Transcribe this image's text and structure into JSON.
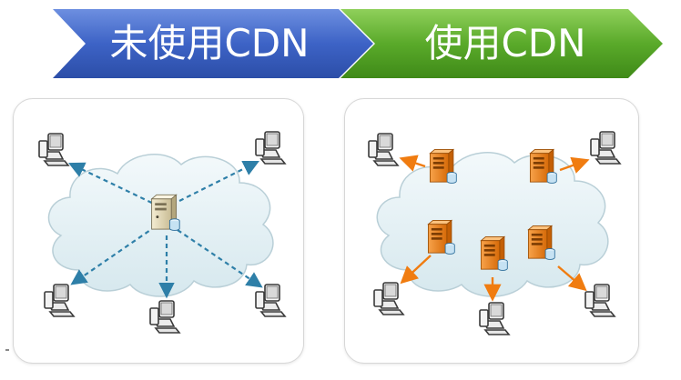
{
  "banner": {
    "left_label": "未使用CDN",
    "right_label": "使用CDN",
    "left_color": "#3d63c6",
    "right_color": "#5aaa2a"
  },
  "panels": {
    "without_cdn": {
      "center_server": "origin-server-icon",
      "clients": 5,
      "connection_style": "dashed",
      "color": "#2e7fa8"
    },
    "with_cdn": {
      "edge_servers": 5,
      "clients": 5,
      "connection_style": "solid",
      "color": "#f07c10"
    }
  }
}
